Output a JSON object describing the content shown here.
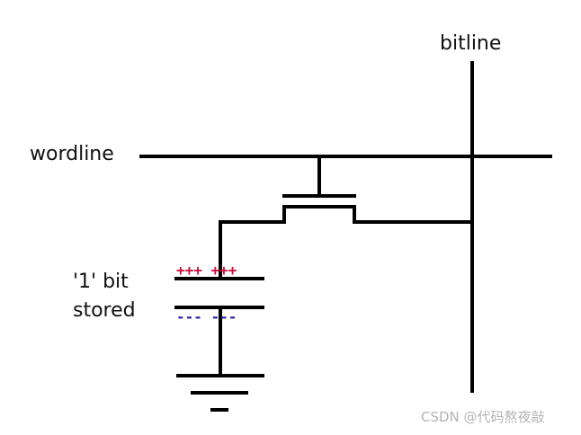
{
  "labels": {
    "bitline": "bitline",
    "wordline": "wordline",
    "bit_value": "'1' bit",
    "stored": "stored"
  },
  "charges": {
    "positive": "+++ +++",
    "negative": "--- ---",
    "positive_color": "#c8143c",
    "negative_color": "#2a2aa0"
  },
  "colors": {
    "wire": "#000000",
    "text": "#111111",
    "background": "#ffffff"
  },
  "watermark": "CSDN @代码熬夜敲"
}
